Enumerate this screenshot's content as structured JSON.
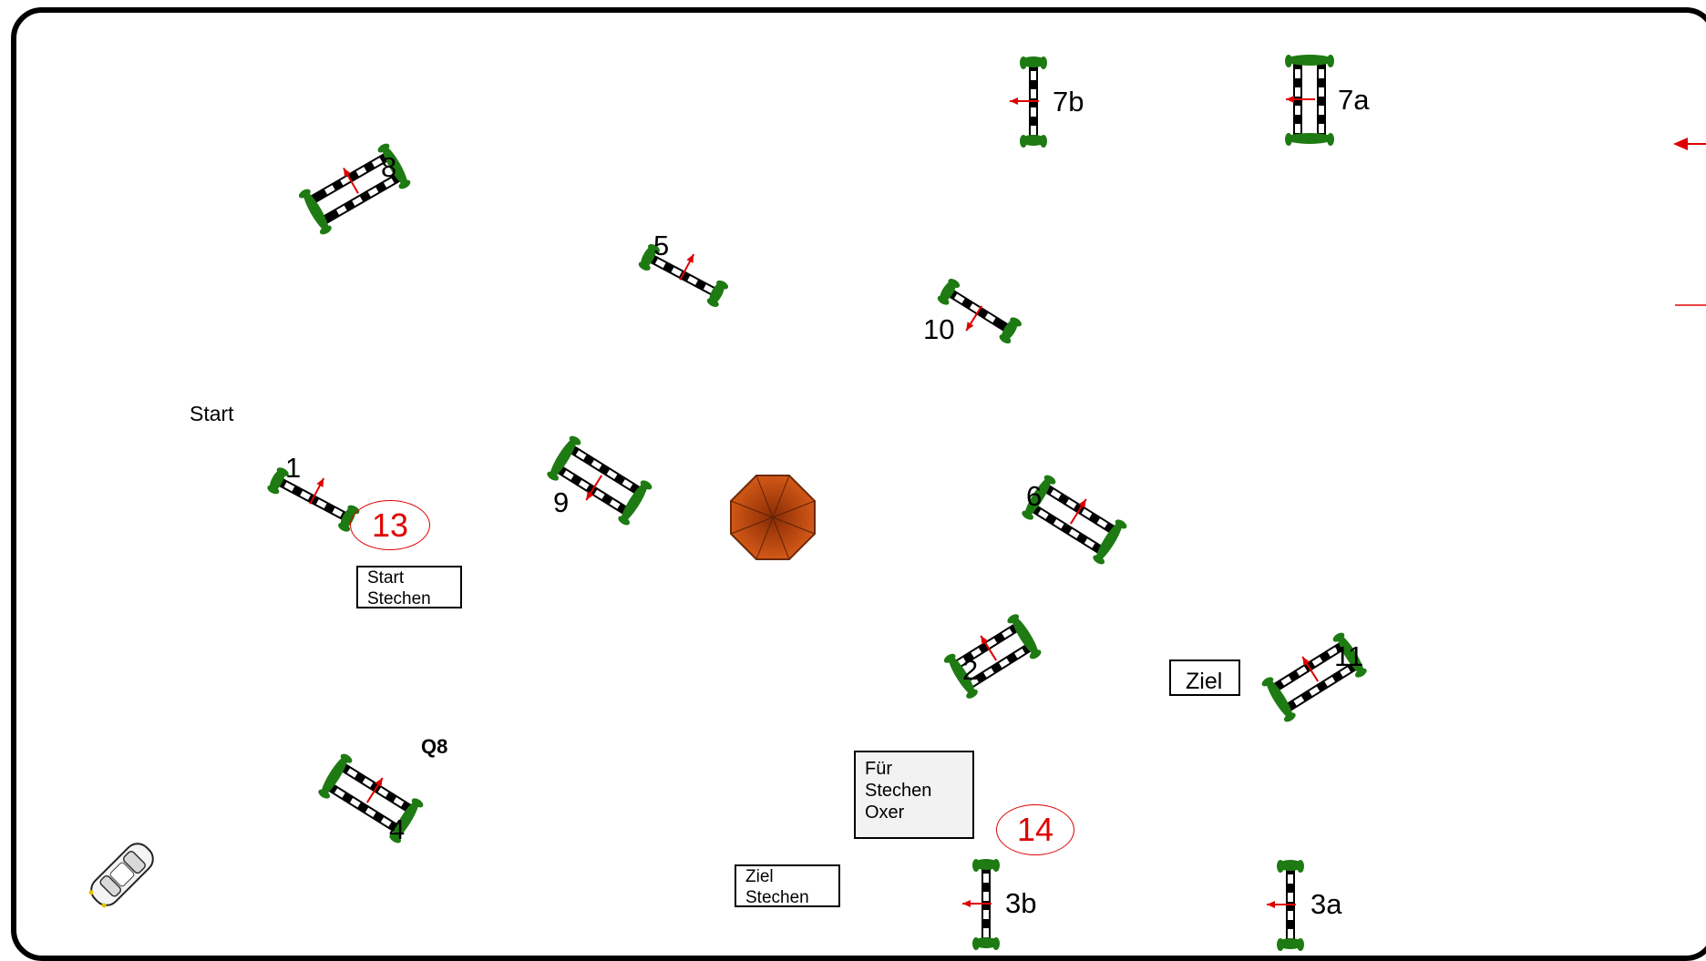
{
  "labels": {
    "start": "Start",
    "q8": "Q8",
    "start_stechen": "Start\nStechen",
    "ziel": "Ziel",
    "ziel_stechen": "Ziel\nStechen",
    "fuer_stechen_oxer": "Für\nStechen\nOxer"
  },
  "markers": {
    "m13": "13",
    "m14": "14"
  },
  "fences": {
    "f1": "1",
    "f2": "2",
    "f3a": "3a",
    "f3b": "3b",
    "f4": "4",
    "f5": "5",
    "f6": "6",
    "f7a": "7a",
    "f7b": "7b",
    "f8": "8",
    "f9": "9",
    "f10": "10",
    "f11": "11"
  },
  "colors": {
    "border": "#000000",
    "standard": "#1e7a12",
    "direction_arrow": "#e00000",
    "marker_text": "#e00000",
    "obstacle_fill": "#c8470a"
  },
  "icons": [
    "car-icon",
    "octagon-obstacle-icon",
    "direction-arrow-icon"
  ]
}
